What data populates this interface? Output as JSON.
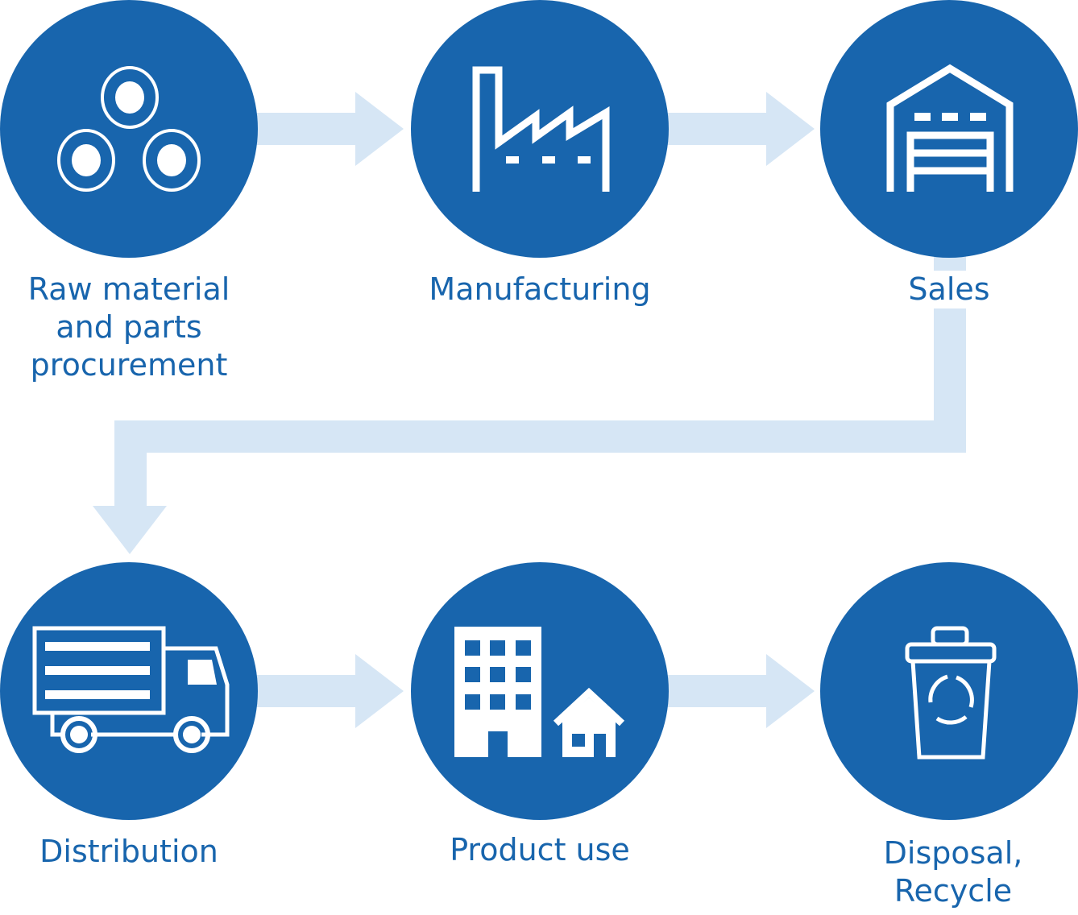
{
  "colors": {
    "circle": "#1865ad",
    "arrow": "#d6e6f5",
    "icon": "#ffffff",
    "text": "#1865ad"
  },
  "steps": [
    {
      "label": "Raw material\nand parts\nprocurement",
      "icon": "raw-materials-icon"
    },
    {
      "label": "Manufacturing",
      "icon": "factory-icon"
    },
    {
      "label": "Sales",
      "icon": "warehouse-icon"
    },
    {
      "label": "Distribution",
      "icon": "truck-icon"
    },
    {
      "label": "Product use",
      "icon": "building-house-icon"
    },
    {
      "label": "Disposal,\nRecycle",
      "icon": "recycle-bin-icon"
    }
  ]
}
